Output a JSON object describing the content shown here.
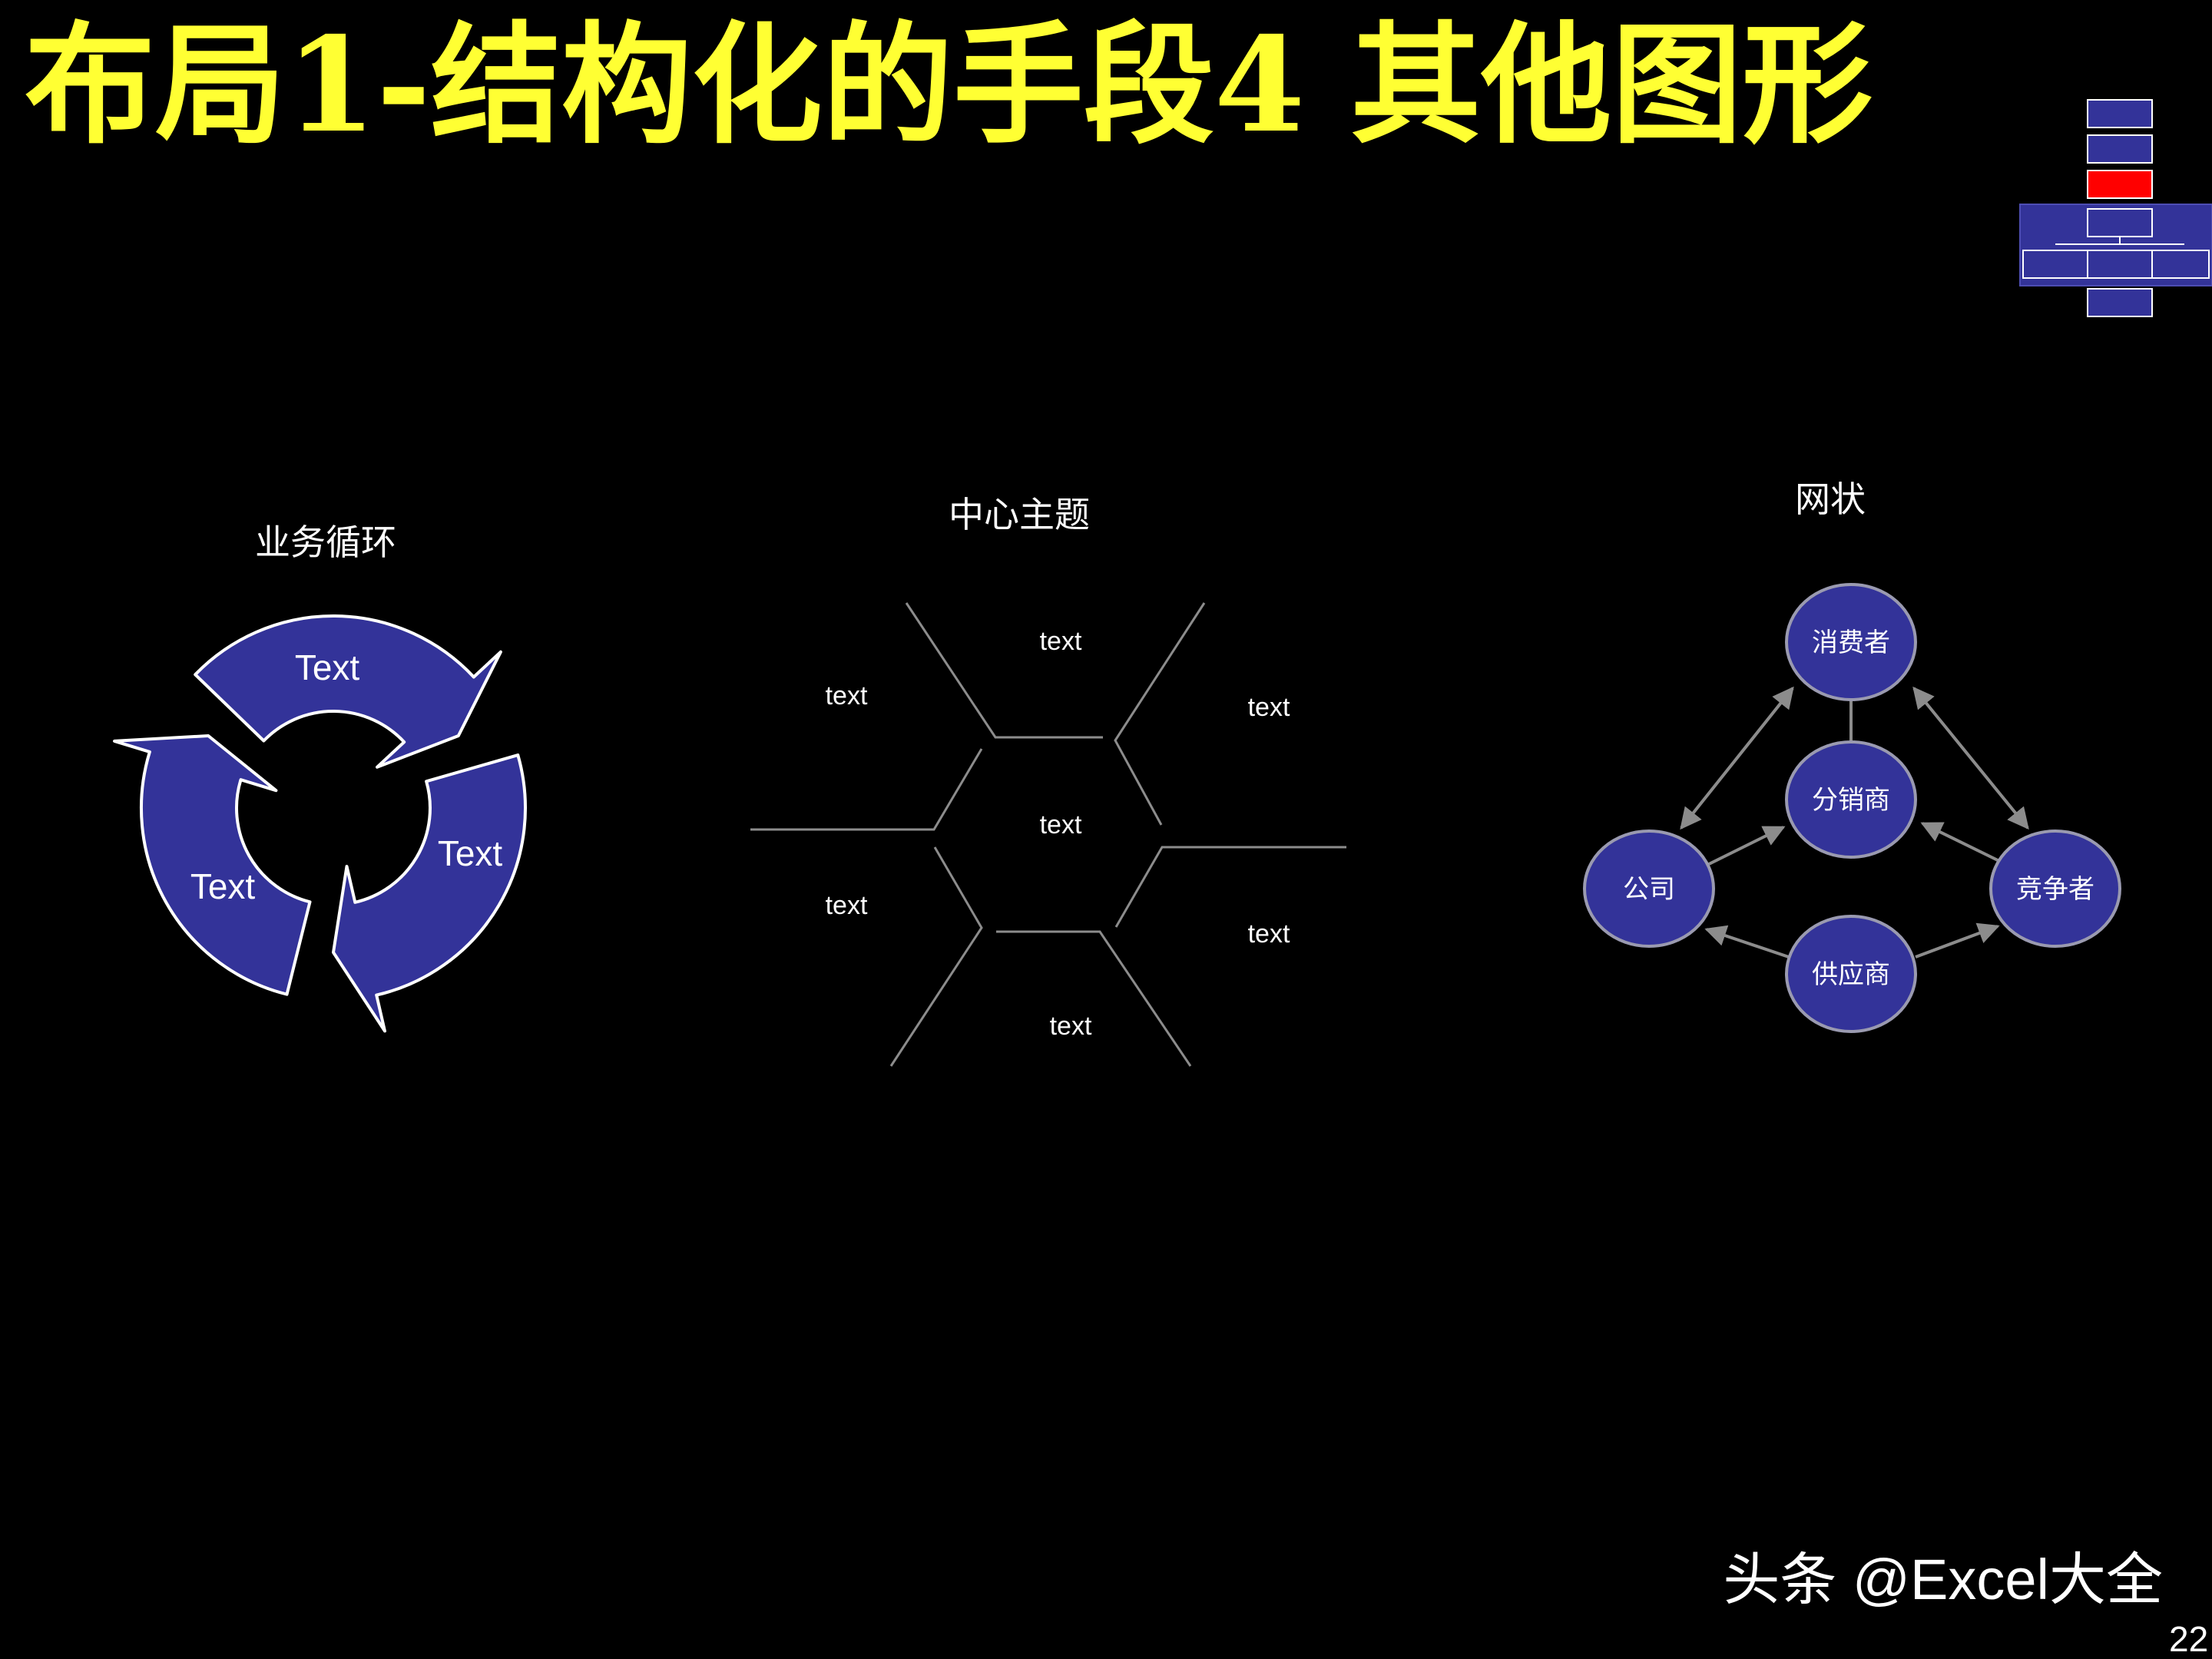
{
  "slide": {
    "title": "布局1-结构化的手段4 其他图形",
    "page_number": "22",
    "watermark": "头条 @Excel大全"
  },
  "colors": {
    "background": "#000000",
    "title": "#ffff33",
    "shape_fill": "#333399",
    "shape_stroke": "#ffffff",
    "node_stroke": "#9a9ab0",
    "line": "#8c8c8c",
    "highlight": "#ff0000",
    "text": "#ffffff"
  },
  "nav_icon": {
    "name": "structure-nav-icon",
    "highlighted_index": 2
  },
  "cycle": {
    "heading": "业务循环",
    "labels": [
      "Text",
      "Text",
      "Text"
    ]
  },
  "hub": {
    "heading": "中心主题",
    "center": "text",
    "labels": [
      "text",
      "text",
      "text",
      "text",
      "text",
      "text"
    ]
  },
  "network": {
    "heading": "网状",
    "nodes": {
      "consumer": "消费者",
      "distributor": "分销商",
      "company": "公司",
      "competitor": "竞争者",
      "supplier": "供应商"
    }
  }
}
